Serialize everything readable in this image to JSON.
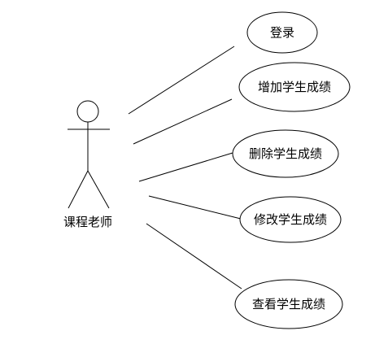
{
  "actor": {
    "name": "课程老师"
  },
  "use_cases": [
    {
      "label": "登录"
    },
    {
      "label": "增加学生成绩"
    },
    {
      "label": "删除学生成绩"
    },
    {
      "label": "修改学生成绩"
    },
    {
      "label": "查看学生成绩"
    }
  ],
  "colors": {
    "stroke": "#000000",
    "background": "#ffffff"
  }
}
